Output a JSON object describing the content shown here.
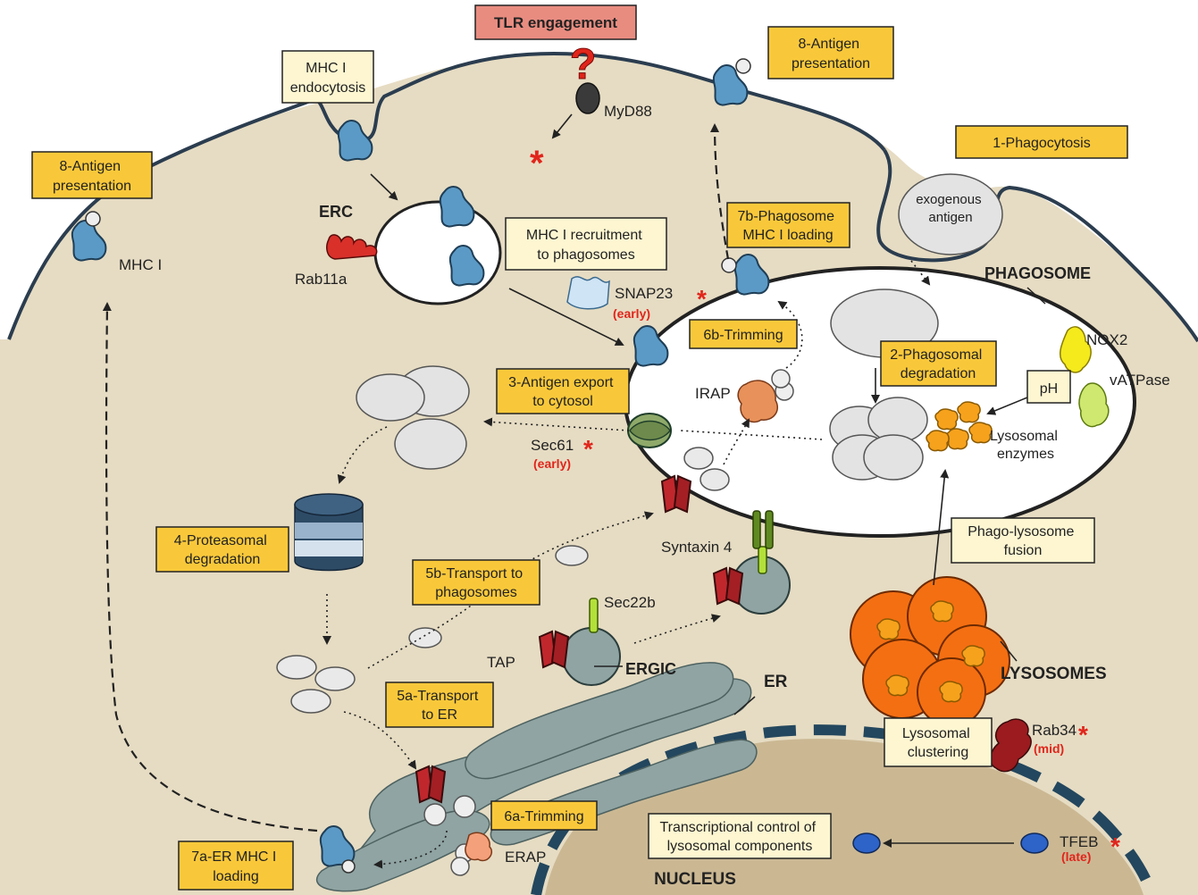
{
  "colors": {
    "cytoplasm": "#e6dcc3",
    "membrane": "#2b3d4f",
    "mhc": "#5b9ac6",
    "yellow_box": "#f9c83a",
    "cream_box": "#fdf6d1",
    "tlr_box": "#e88c80",
    "transporter": "#c0272d",
    "lysosome": "#f46f12",
    "enzyme": "#f6a21d",
    "er": "#8fa4a3",
    "nucleus": "#cbb893",
    "red_star": "#e1251b"
  },
  "labels": {
    "tlr": "TLR engagement",
    "mhc_endo": [
      "MHC I",
      "endocytosis"
    ],
    "antigen_top": [
      "8-Antigen",
      "presentation"
    ],
    "antigen_left": [
      "8-Antigen",
      "presentation"
    ],
    "phagocytosis": "1-Phagocytosis",
    "exogenous": [
      "exogenous",
      "antigen"
    ],
    "myd88": "MyD88",
    "question": "?",
    "erc": "ERC",
    "rab11a": "Rab11a",
    "mhc1": "MHC I",
    "mhc_recruit": [
      "MHC I recruitment",
      "to phagosomes"
    ],
    "snap23": "SNAP23",
    "early": "(early)",
    "phago_loading": [
      "7b-Phagosome",
      "MHC I loading"
    ],
    "phagosome": "PHAGOSOME",
    "trimming_b": "6b-Trimming",
    "irap": "IRAP",
    "nox2": "NOX2",
    "vatpase": "vATPase",
    "phago_degr": [
      "2-Phagosomal",
      "degradation"
    ],
    "ph": "pH",
    "lys_enzymes": [
      "Lysosomal",
      "enzymes"
    ],
    "export": [
      "3-Antigen export",
      "to cytosol"
    ],
    "sec61": "Sec61",
    "prot_degr": [
      "4-Proteasomal",
      "degradation"
    ],
    "syntaxin4": "Syntaxin 4",
    "phago_lyso": [
      "Phago-lysosome",
      "fusion"
    ],
    "transport_b": [
      "5b-Transport to",
      "phagosomes"
    ],
    "sec22b": "Sec22b",
    "tap": "TAP",
    "ergic": "ERGIC",
    "lysosomes": "LYSOSOMES",
    "transport_a": [
      "5a-Transport",
      "to ER"
    ],
    "er": "ER",
    "lys_cluster": [
      "Lysosomal",
      "clustering"
    ],
    "rab34": "Rab34",
    "mid": "(mid)",
    "trimming_a": "6a-Trimming",
    "erap": "ERAP",
    "transcr": [
      "Transcriptional control of",
      "lysosomal components"
    ],
    "tfeb": "TFEB",
    "late": "(late)",
    "er_loading": [
      "7a-ER MHC I",
      "loading"
    ],
    "nucleus": "NUCLEUS",
    "star": "*"
  }
}
